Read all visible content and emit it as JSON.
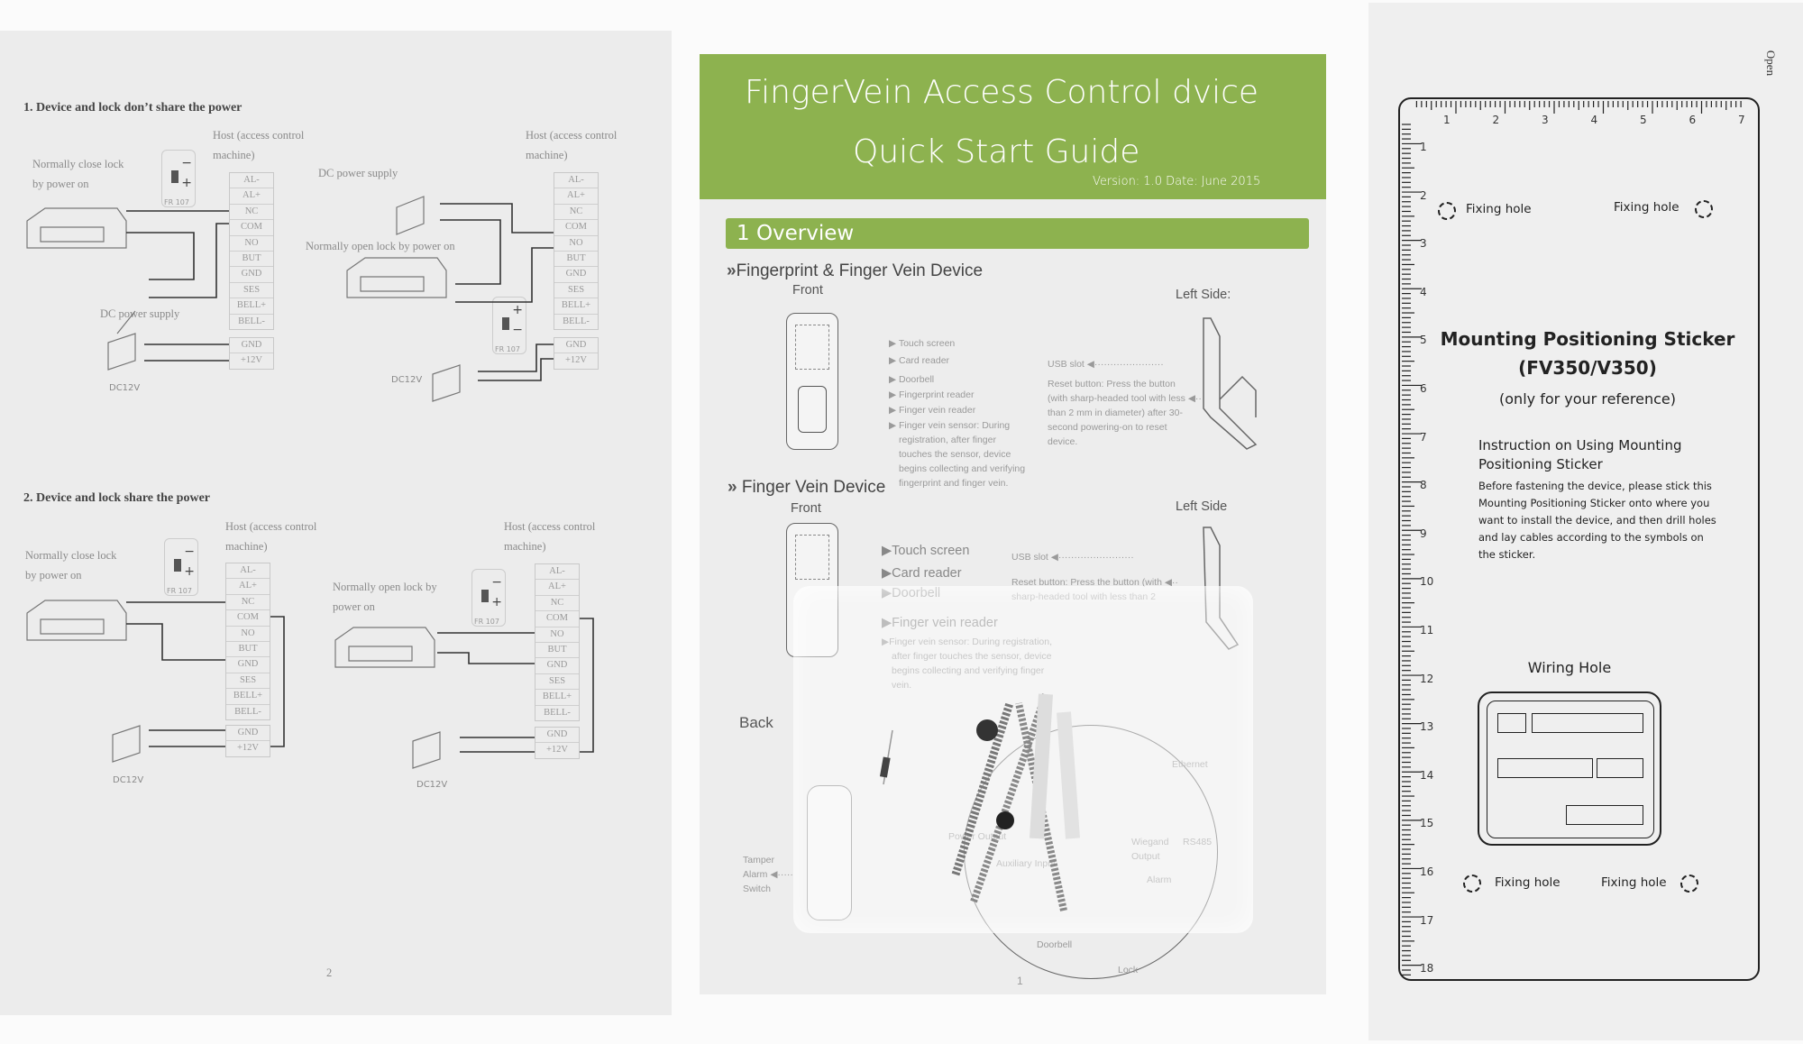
{
  "left_page": {
    "page_number": "2",
    "section1": {
      "heading": "1. Device and lock don’t share the power",
      "left": {
        "lock_label": [
          "Normally close lock",
          "by power on"
        ],
        "supply_label": "DC power supply",
        "dc_label": "DC12V",
        "host_label": [
          "Host (access control",
          "machine)"
        ],
        "diode": "FR 107"
      },
      "right": {
        "lock_label": "Normally open lock by power on",
        "supply_label": "DC power supply",
        "dc_label": "DC12V",
        "host_label": [
          "Host (access control",
          "machine)"
        ],
        "diode": "FR 107"
      }
    },
    "section2": {
      "heading": "2. Device and lock share the power",
      "left": {
        "lock_label": [
          "Normally close lock",
          "by power on"
        ],
        "dc_label": "DC12V",
        "host_label": [
          "Host (access control",
          "machine)"
        ],
        "diode": "FR 107"
      },
      "right": {
        "lock_label": [
          "Normally open lock by",
          "power on"
        ],
        "dc_label": "DC12V",
        "host_label": [
          "Host (access control",
          "machine)"
        ],
        "diode": "FR 107"
      }
    },
    "terminals": [
      "AL-",
      "AL+",
      "NC",
      "COM",
      "NO",
      "BUT",
      "GND",
      "SES",
      "BELL+",
      "BELL-"
    ],
    "power_terminals": [
      "GND",
      "+12V"
    ]
  },
  "middle_page": {
    "title_line1": "FingerVein Access Control dvice",
    "title_line2": "Quick Start Guide",
    "version": "Version: 1.0  Date: June 2015",
    "overview": "1  Overview",
    "accent_color": "#8db24f",
    "fp_device": {
      "heading": "Fingerprint & Finger Vein Device",
      "front": "Front",
      "left_side": "Left Side:",
      "labels": [
        "Touch screen",
        "Card reader",
        "Doorbell",
        "Fingerprint reader",
        "Finger vein reader"
      ],
      "sensor_text": [
        "Finger vein sensor: During",
        "registration, after finger",
        "touches the sensor, device",
        "begins collecting and verifying",
        "fingerprint and finger vein."
      ],
      "usb": "USB slot",
      "reset_text": [
        "Reset button: Press the button",
        "(with sharp-headed tool with less",
        "than 2 mm in diameter) after 30-",
        "second powering-on to reset",
        "device."
      ]
    },
    "fv_device": {
      "heading": "Finger Vein Device",
      "front": "Front",
      "left_side": "Left Side",
      "labels": [
        "Touch screen",
        "Card reader",
        "Doorbell",
        "Finger vein reader"
      ],
      "sensor_text": [
        "Finger vein sensor: During registration,",
        "after finger touches the sensor, device",
        "begins collecting and verifying finger",
        "vein."
      ],
      "usb": "USB slot",
      "reset_text": [
        "Reset button: Press the button (with",
        "sharp-headed tool with less than 2"
      ]
    },
    "back": {
      "label": "Back",
      "tamper": [
        "Tamper",
        "Alarm",
        "Switch"
      ],
      "ports": [
        "Ethernet",
        "Power Output",
        "Auxiliary Input",
        "Wiegand Output",
        "RS485",
        "Alarm",
        "Lock",
        "Doorbell"
      ]
    },
    "page_number": "1"
  },
  "right_page": {
    "open_label": "Open",
    "ruler_top": [
      "1",
      "2",
      "3",
      "4",
      "5",
      "6",
      "7"
    ],
    "ruler_left": [
      "1",
      "2",
      "3",
      "4",
      "5",
      "6",
      "7",
      "8",
      "9",
      "10",
      "11",
      "12",
      "13",
      "14",
      "15",
      "16",
      "17",
      "18"
    ],
    "fixing_hole": "Fixing hole",
    "title": "Mounting Positioning Sticker",
    "model": "(FV350/V350)",
    "note": "(only for your reference)",
    "instruction_heading": [
      "Instruction on Using Mounting",
      "Positioning Sticker"
    ],
    "instruction_body": [
      "Before fastening the device, please stick this",
      "Mounting Positioning Sticker onto where you",
      "want to install the device, and then drill holes",
      "and lay cables according to the symbols on",
      "the sticker."
    ],
    "wiring_hole": "Wiring Hole"
  }
}
